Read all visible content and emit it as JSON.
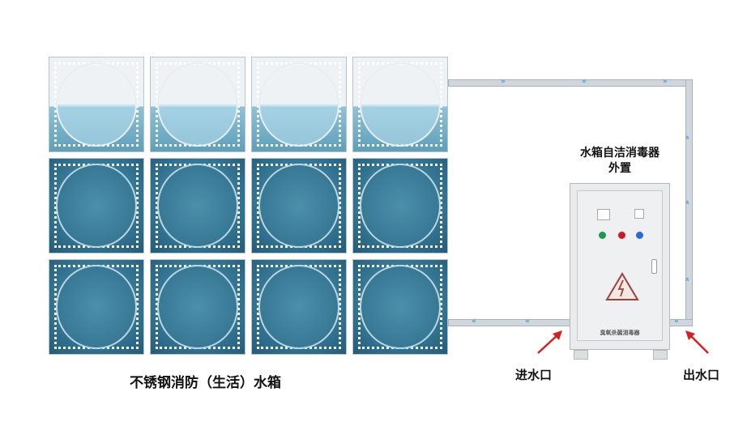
{
  "labels": {
    "tank_caption": "不锈钢消防（生活）水箱",
    "device_title_line1": "水箱自洁消毒器",
    "device_title_line2": "外置",
    "inlet": "进水口",
    "outlet": "出水口",
    "cabinet_name": "臭氧杀菌消毒器"
  },
  "colors": {
    "arrow": "#d42020",
    "flow": "#3aa0e0",
    "water": "#2e6f8e"
  }
}
